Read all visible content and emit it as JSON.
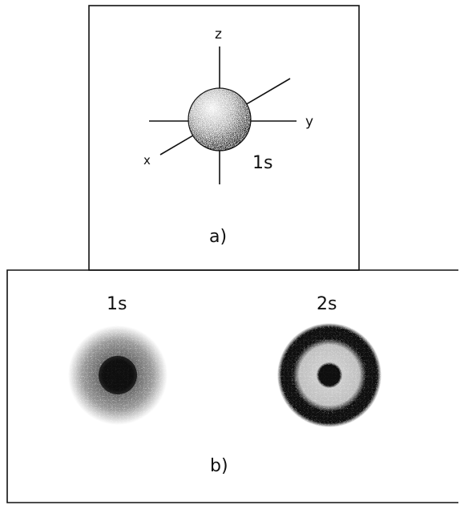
{
  "panel_a": {
    "axis_z": "z",
    "axis_y": "y",
    "axis_x": "x",
    "orbital_label": "1s",
    "caption": "a)"
  },
  "panel_b": {
    "orbital_1s_label": "1s",
    "orbital_2s_label": "2s",
    "caption": "b)"
  },
  "colors": {
    "ink": "#111111",
    "paper": "#ffffff"
  }
}
